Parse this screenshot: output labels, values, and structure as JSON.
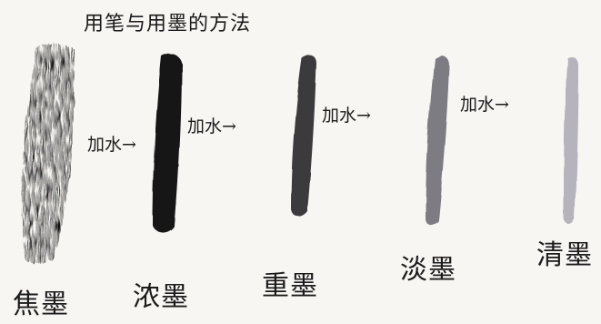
{
  "title": "用笔与用墨的方法",
  "steps": [
    {
      "label": "加水→"
    },
    {
      "label": "加水→"
    },
    {
      "label": "加水→"
    },
    {
      "label": "加水→"
    }
  ],
  "ink_tones": [
    {
      "name": "焦墨",
      "color": "#111111"
    },
    {
      "name": "浓墨",
      "color": "#141414"
    },
    {
      "name": "重墨",
      "color": "#3a3a3c"
    },
    {
      "name": "淡墨",
      "color": "#7c7b82"
    },
    {
      "name": "清墨",
      "color": "#b5b3bb"
    }
  ]
}
